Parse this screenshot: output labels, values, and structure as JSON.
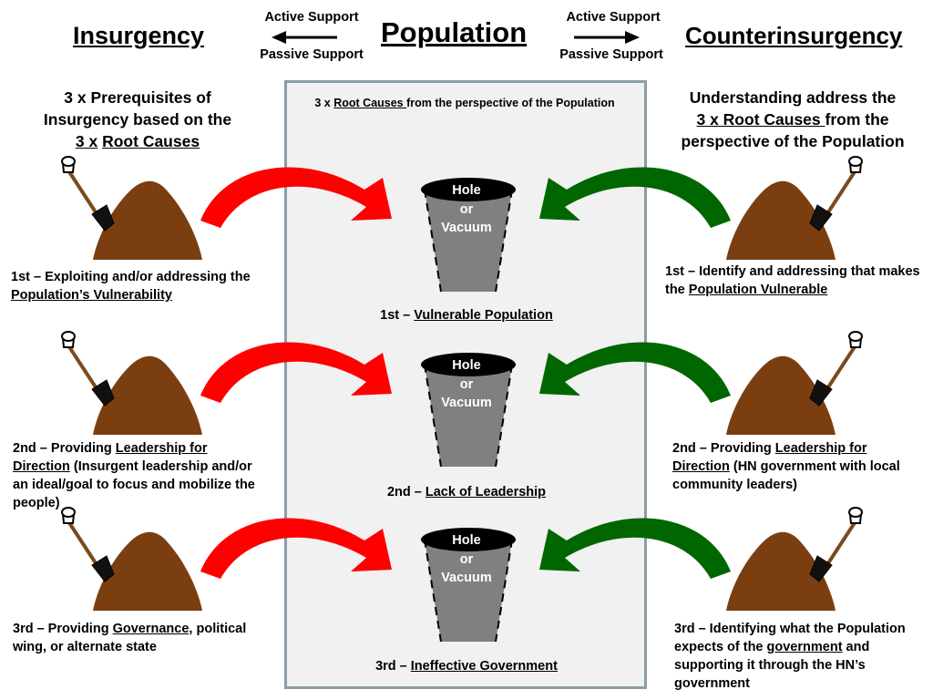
{
  "header": {
    "left": "Insurgency",
    "center": "Population",
    "right": "Counterinsurgency",
    "left_active": "Active Support",
    "left_passive": "Passive Support",
    "right_active": "Active Support",
    "right_passive": "Passive Support"
  },
  "center": {
    "caption_pre": "3 x ",
    "caption_link": "Root Causes ",
    "caption_post": "from the perspective of the Population",
    "hole": [
      "Hole",
      "or",
      "Vacuum"
    ],
    "rows": [
      {
        "prefix": "1st – ",
        "term": "Vulnerable Population"
      },
      {
        "prefix": "2nd – ",
        "term": "Lack of Leadership"
      },
      {
        "prefix": "3rd – ",
        "term": "Ineffective Government"
      }
    ]
  },
  "left": {
    "heading_line1": "3 x Prerequisites of",
    "heading_line2": "Insurgency based on the",
    "heading_line3_pre": "3 x",
    "heading_line3_link": "Root Causes",
    "items": [
      {
        "pre": "1st – Exploiting and/or addressing the ",
        "link": "Population’s Vulnerability",
        "post": ""
      },
      {
        "pre": "2nd – Providing ",
        "link": "Leadership for Direction",
        "post": " (Insurgent leadership and/or an ideal/goal to focus and mobilize the people)"
      },
      {
        "pre": "3rd – Providing ",
        "link": "Governance",
        "post": ", political wing, or alternate state"
      }
    ]
  },
  "right": {
    "heading_line1": "Understanding address the",
    "heading_line2_link": "3 x Root Causes ",
    "heading_line2_post": " from the",
    "heading_line3": "perspective of the Population",
    "items": [
      {
        "pre": "1st – Identify and addressing that makes the ",
        "link": "Population Vulnerable",
        "post": ""
      },
      {
        "pre": "2nd – Providing ",
        "link": "Leadership for Direction",
        "post": " (HN government with local community leaders)"
      },
      {
        "pre": "3rd – Identifying what the Population expects of the ",
        "link": "government",
        "post": " and supporting it through the HN’s government"
      }
    ]
  },
  "colors": {
    "insurgency_arrow": "#ff0000",
    "counterinsurgency_arrow": "#006600",
    "dirt": "#7a3e10",
    "funnel": "#808080",
    "panel_border": "#8a9ea5"
  },
  "icons": [
    "shovel-icon",
    "dirt-pile-icon",
    "curved-arrow-icon",
    "funnel-hole-icon"
  ]
}
